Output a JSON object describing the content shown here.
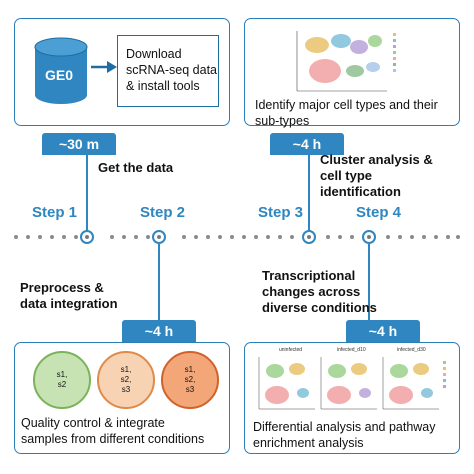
{
  "top_left": {
    "geo_label": "GE0",
    "text_lines": [
      "Download",
      "scRNA-seq data",
      "& install tools"
    ],
    "time": "~30 m",
    "step_label": "Get the data"
  },
  "top_right": {
    "desc_lines": [
      "Identify major cell types and their",
      "sub-types"
    ],
    "time": "~4 h",
    "step_label_lines": [
      "Cluster analysis &",
      "cell type",
      "identification"
    ]
  },
  "bottom_left": {
    "step_label_lines": [
      "Preprocess &",
      "data integration"
    ],
    "time": "~4 h",
    "circles": [
      {
        "text_lines": [
          "s1,",
          "s2"
        ],
        "color": "#c7e3b3",
        "border": "#7ab35a"
      },
      {
        "text_lines": [
          "s1,",
          "s2,",
          "s3"
        ],
        "color": "#f7d3b3",
        "border": "#e08a4a"
      },
      {
        "text_lines": [
          "s1,",
          "s2,",
          "s3"
        ],
        "color": "#f3a778",
        "border": "#d0622a"
      }
    ],
    "desc_lines": [
      "Quality control & integrate",
      "samples from different conditions"
    ]
  },
  "bottom_right": {
    "step_label_lines": [
      "Transcriptional",
      "changes across",
      "diverse conditions"
    ],
    "time": "~4 h",
    "umap_titles": [
      "uninfected",
      "infected_d10",
      "infected_d30"
    ],
    "desc_lines": [
      "Differential analysis and pathway",
      "enrichment analysis"
    ]
  },
  "steps": [
    "Step 1",
    "Step 2",
    "Step 3",
    "Step 4"
  ],
  "colors": {
    "accent": "#2f86c0",
    "timeline_dots": "#8a8a8a",
    "geo_cylinder": "#2f86c0"
  }
}
